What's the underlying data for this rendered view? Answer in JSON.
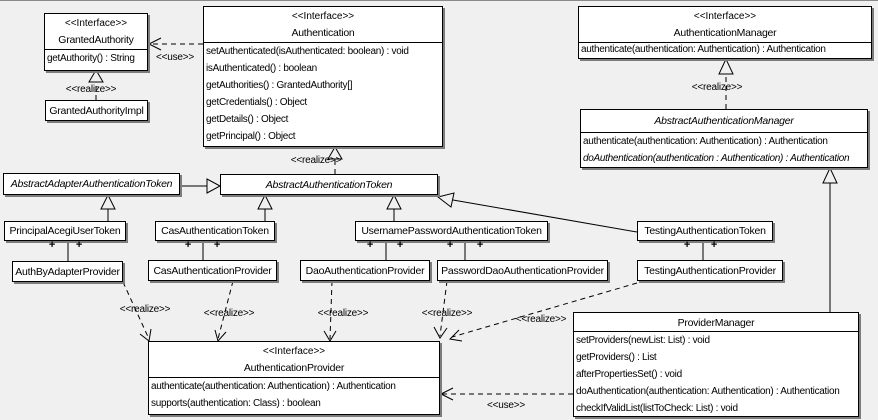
{
  "labels": {
    "interface": "<<Interface>>",
    "realize": "<<realize>>",
    "use": "<<use>>",
    "plus": "+"
  },
  "classes": {
    "granted_authority": {
      "stereotype": "<<Interface>>",
      "name": "GrantedAuthority",
      "methods": [
        "getAuthority() : String"
      ]
    },
    "granted_authority_impl": {
      "name": "GrantedAuthorityImpl"
    },
    "authentication": {
      "stereotype": "<<Interface>>",
      "name": "Authentication",
      "methods": [
        "setAuthenticated(isAuthenticated: boolean) : void",
        "isAuthenticated() : boolean",
        "getAuthorities() : GrantedAuthority[]",
        "getCredentials() : Object",
        "getDetails() : Object",
        "getPrincipal() : Object"
      ]
    },
    "authentication_manager": {
      "stereotype": "<<Interface>>",
      "name": "AuthenticationManager",
      "methods": [
        "authenticate(authentication: Authentication) : Authentication"
      ]
    },
    "abstract_authentication_manager": {
      "name": "AbstractAuthenticationManager",
      "methods": [
        "authenticate(authentication: Authentication) : Authentication",
        "doAuthentication(authentication : Authentication) : Authentication"
      ]
    },
    "abstract_adapter_authentication_token": {
      "name": "AbstractAdapterAuthenticationToken"
    },
    "abstract_authentication_token": {
      "name": "AbstractAuthenticationToken"
    },
    "principal_acegi_user_token": {
      "name": "PrincipalAcegiUserToken"
    },
    "cas_authentication_token": {
      "name": "CasAuthenticationToken"
    },
    "username_password_authentication_token": {
      "name": "UsernamePasswordAuthenticationToken"
    },
    "testing_authentication_token": {
      "name": "TestingAuthenticationToken"
    },
    "auth_by_adapter_provider": {
      "name": "AuthByAdapterProvider"
    },
    "cas_authentication_provider": {
      "name": "CasAuthenticationProvider"
    },
    "dao_authentication_provider": {
      "name": "DaoAuthenticationProvider"
    },
    "password_dao_authentication_provider": {
      "name": "PasswordDaoAuthenticationProvider"
    },
    "testing_authentication_provider": {
      "name": "TestingAuthenticationProvider"
    },
    "authentication_provider": {
      "stereotype": "<<Interface>>",
      "name": "AuthenticationProvider",
      "methods": [
        "authenticate(authentication: Authentication) : Authentication",
        "supports(authentication: Class) : boolean"
      ]
    },
    "provider_manager": {
      "name": "ProviderManager",
      "methods": [
        "setProviders(newList: List) : void",
        "getProviders() : List",
        "afterPropertiesSet() : void",
        "doAuthentication(authentication: Authentication) : Authentication",
        "checkIfValidList(listToCheck: List) : void"
      ]
    }
  }
}
